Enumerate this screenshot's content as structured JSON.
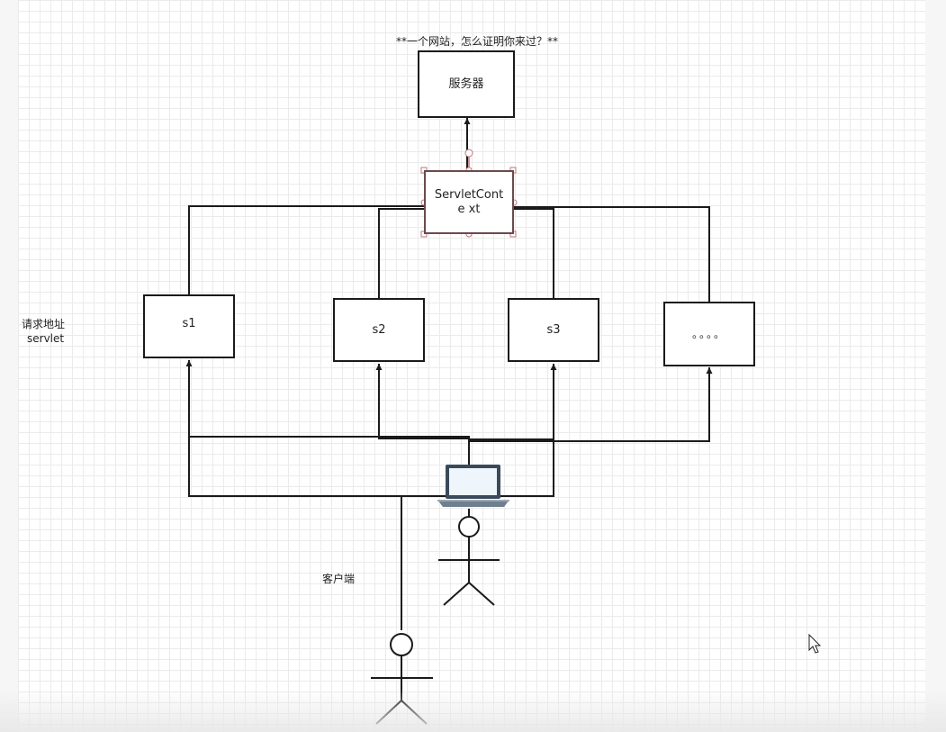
{
  "title": "**一个网站，怎么证明你来过？**",
  "server": {
    "label": "服务器"
  },
  "context": {
    "label": "ServletConte xt"
  },
  "servlets": [
    "s1",
    "s2",
    "s3",
    "。。。。"
  ],
  "side_label": {
    "line1": "请求地址",
    "line2": "servlet"
  },
  "client_label": "客户端",
  "colors": {
    "stroke": "#1a1a1a",
    "selection": "#c0767a",
    "grid": "#ebebeb"
  },
  "icons": [
    "laptop-icon",
    "stick-figure-icon",
    "cursor-icon"
  ]
}
